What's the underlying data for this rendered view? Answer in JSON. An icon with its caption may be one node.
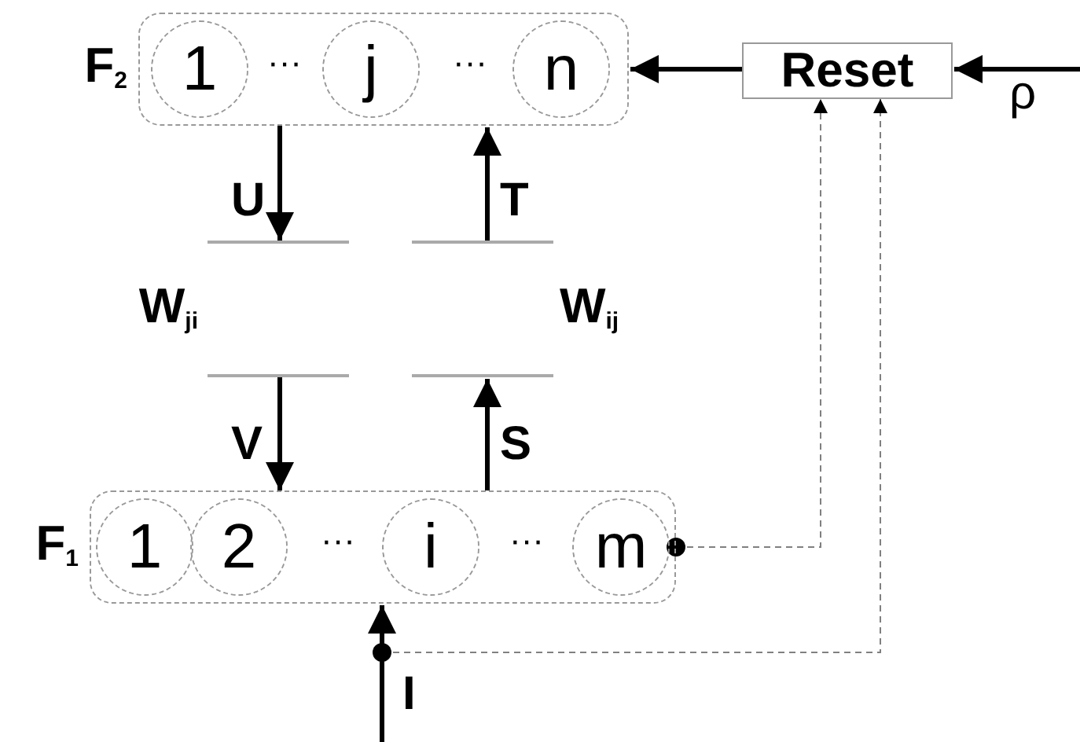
{
  "diagram": {
    "nodes": [
      {
        "text": [
          "F$_{2}$"
        ]
      },
      {
        "text": [
          "1"
        ],
        "in": 0
      },
      {
        "text": [
          "j"
        ],
        "in": 0
      },
      {
        "text": [
          "n"
        ],
        "in": 0
      },
      {
        "text": [
          "Reset"
        ]
      },
      {
        "text": [
          "W$_{ji}$"
        ]
      },
      {
        "text": [
          "W$_{ij}$"
        ]
      },
      {
        "text": [
          "F$_{1}$"
        ]
      },
      {
        "text": [
          "1"
        ],
        "in": 7
      },
      {
        "text": [
          "2"
        ],
        "in": 7
      },
      {
        "text": [
          "i"
        ],
        "in": 7
      },
      {
        "text": [
          "m"
        ],
        "in": 7
      }
    ],
    "edges": [
      {
        "from": 0,
        "to": 5,
        "arrow": "to",
        "label": "U"
      },
      {
        "from": 6,
        "to": 0,
        "arrow": "to",
        "label": "T"
      },
      {
        "from": 5,
        "to": 7,
        "arrow": "to",
        "label": "V"
      },
      {
        "from": 7,
        "to": 6,
        "arrow": "to",
        "label": "S"
      },
      {
        "from": 4,
        "to": 0,
        "arrow": "to"
      },
      {
        "from": null,
        "to": 4,
        "arrow": "to",
        "label": "ρ"
      },
      {
        "from": 7,
        "to": 4,
        "arrow": "to",
        "style": "dashed",
        "color": "#808080"
      },
      {
        "from": null,
        "to": 7,
        "arrow": "to",
        "label": "I"
      },
      {
        "from": null,
        "to": 4,
        "arrow": "to",
        "style": "dashed",
        "color": "#808080"
      }
    ],
    "labels": [
      "···",
      "···",
      "···",
      "···"
    ]
  }
}
